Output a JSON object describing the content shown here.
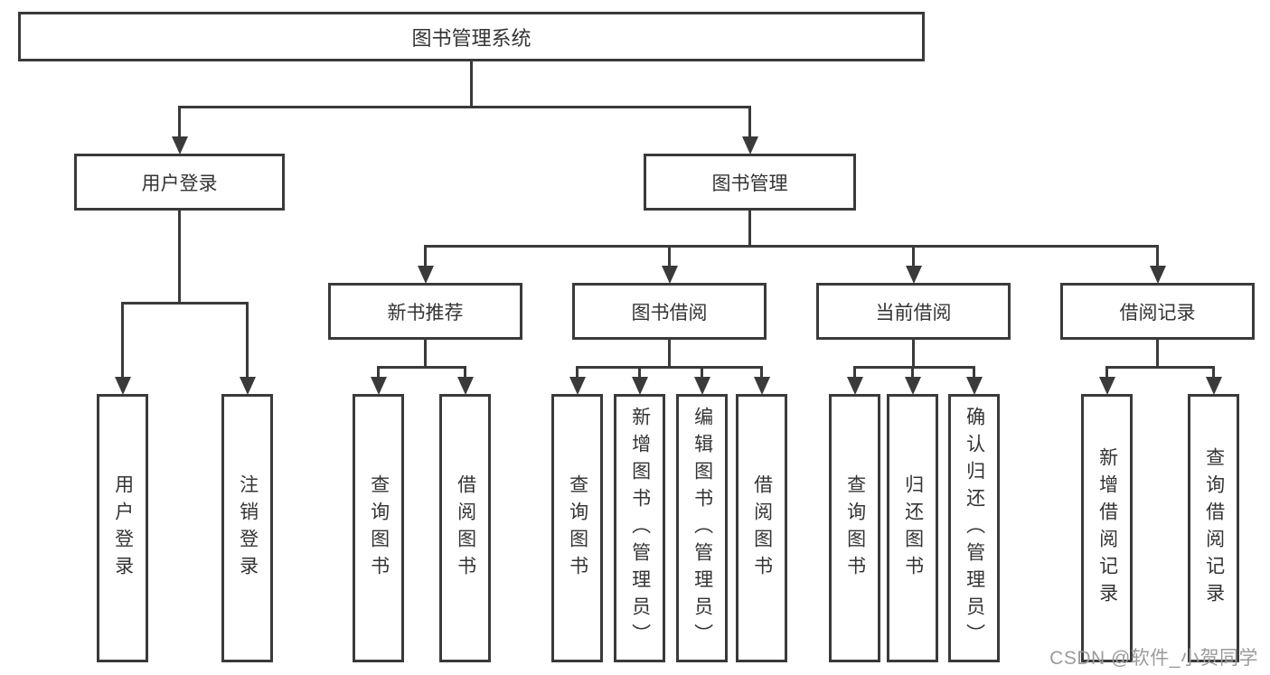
{
  "nodes": {
    "root": "图书管理系统",
    "l2": [
      "用户登录",
      "图书管理"
    ],
    "l3": [
      "新书推荐",
      "图书借阅",
      "当前借阅",
      "借阅记录"
    ],
    "l4": {
      "userLogin": [
        "用户登录",
        "注销登录"
      ],
      "newBooks": [
        "查询图书",
        "借阅图书"
      ],
      "borrow": [
        "查询图书",
        "新增图书（管理员）",
        "编辑图书（管理员）",
        "借阅图书"
      ],
      "current": [
        "查询图书",
        "归还图书",
        "确认归还（管理员）"
      ],
      "records": [
        "新增借阅记录",
        "查询借阅记录"
      ]
    }
  },
  "watermark": "CSDN @软件_小贺同学",
  "colors": {
    "line": "#3a3a3a",
    "text": "#343434",
    "background": "#ffffff",
    "watermark": "#9b9b9b"
  }
}
